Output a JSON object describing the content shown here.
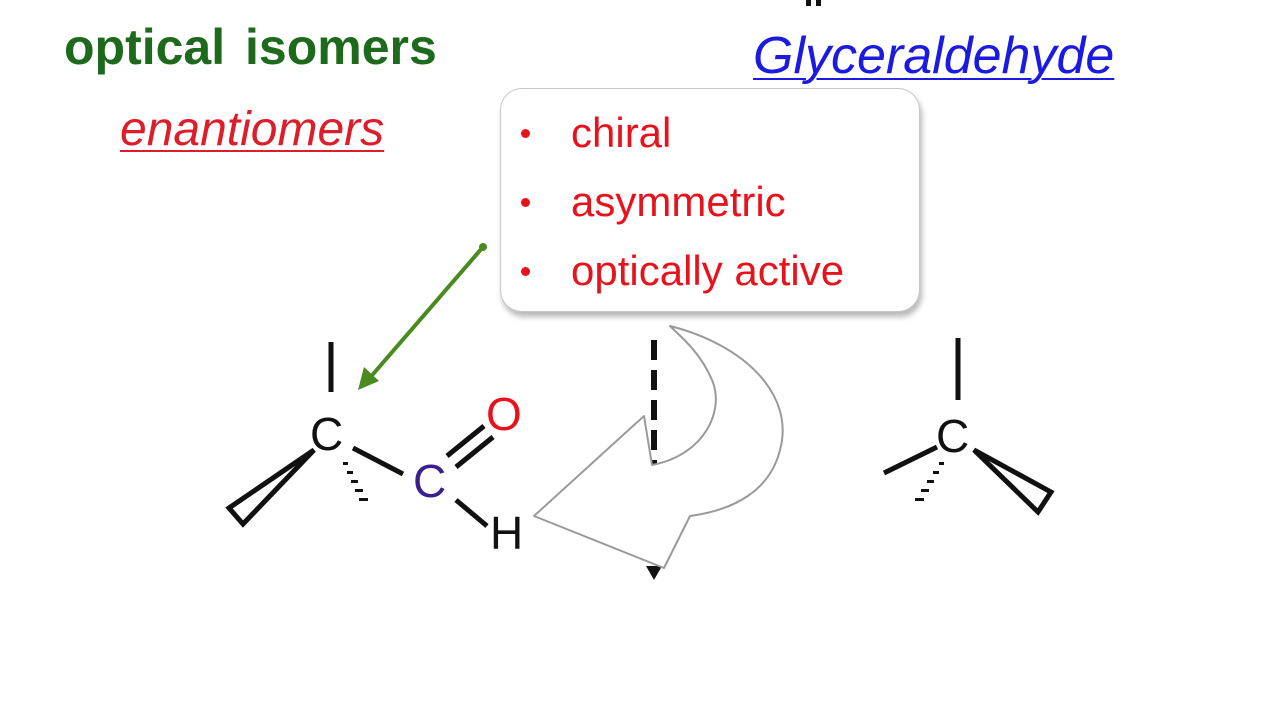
{
  "slide": {
    "title": "optical isomers",
    "subtitle": "enantiomers",
    "molecule_name": "Glyceraldehyde"
  },
  "callout": {
    "properties": [
      "chiral",
      "asymmetric",
      "optically active"
    ]
  },
  "structure": {
    "atoms": {
      "carbon_1": "C",
      "aldehyde_carbon": "C",
      "oxygen": "O",
      "hydrogen": "H",
      "mirror_carbon": "C"
    }
  },
  "colors": {
    "title": "#1d6a1d",
    "subtitle": "#dd1d2a",
    "molecule_name": "#1a1ae0",
    "properties": "#e8121d",
    "bullet": "#e8121d",
    "bond": "#111111",
    "aldehyde_carbon": "#3a1f8f",
    "oxygen": "#e8121d",
    "pointer_arrow": "#4a8a1e",
    "curved_arrow_stroke": "#9a9a9a"
  }
}
